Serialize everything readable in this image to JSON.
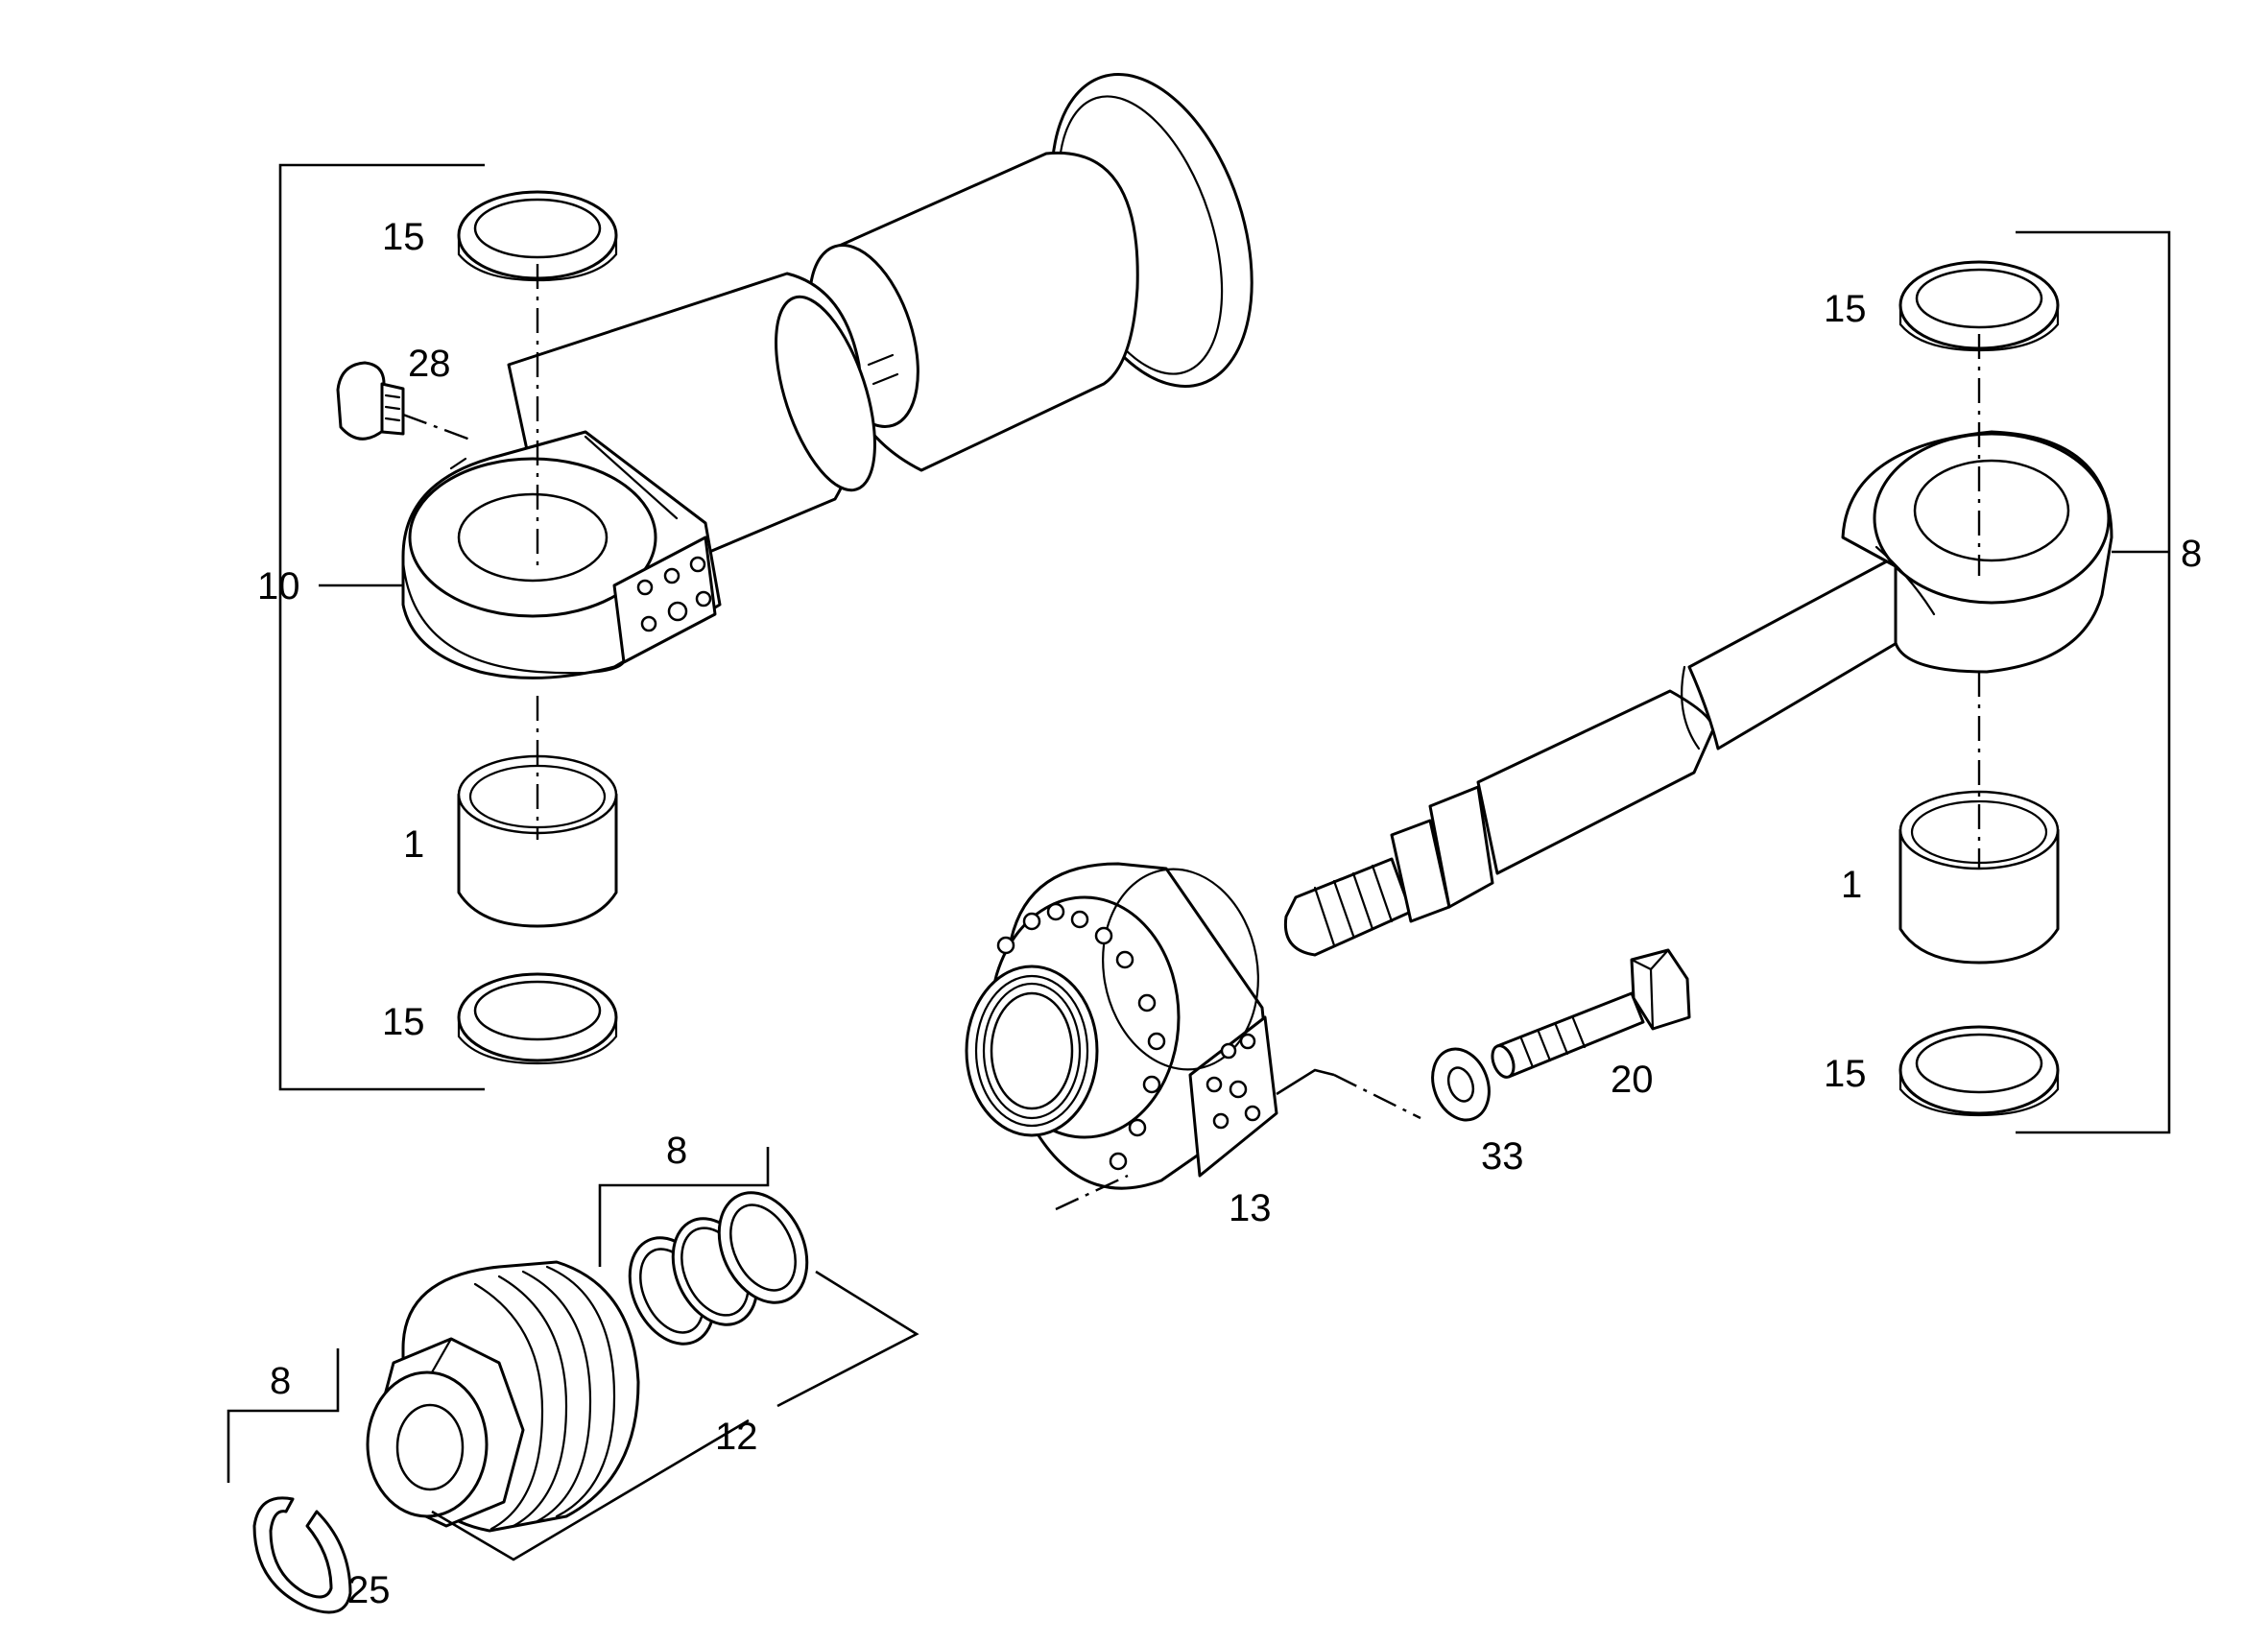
{
  "callouts": {
    "left_top_ring": "15",
    "grease_nipple": "28",
    "left_eye_assembly": "10",
    "left_bushing": "1",
    "left_bottom_ring": "15",
    "seal_kit_upper": "8",
    "piston": "12",
    "seal_kit_lower": "8",
    "snap_ring": "25",
    "guide_head": "13",
    "washer": "33",
    "bolt": "20",
    "right_top_ring": "15",
    "rod_assembly": "8",
    "right_bushing": "1",
    "right_bottom_ring": "15"
  },
  "colors": {
    "line": "#000000",
    "background": "#ffffff"
  }
}
